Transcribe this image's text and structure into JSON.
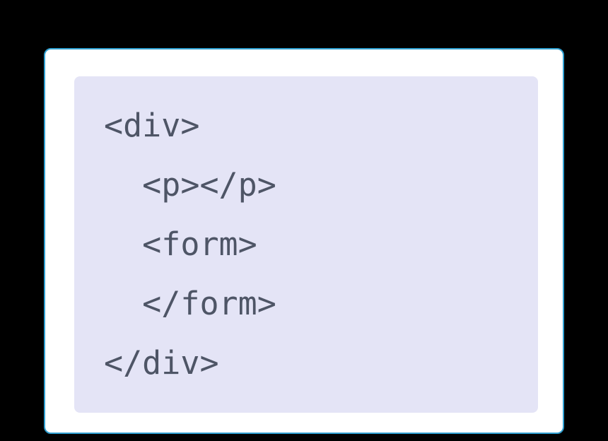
{
  "code": {
    "lines": [
      "<div>",
      "  <p></p>",
      "  <form>",
      "  </form>",
      "</div>"
    ]
  },
  "colors": {
    "page_bg": "#000000",
    "card_bg": "#ffffff",
    "card_border": "#2f9fd0",
    "code_bg": "#e4e4f6",
    "code_text": "#4e5566"
  }
}
